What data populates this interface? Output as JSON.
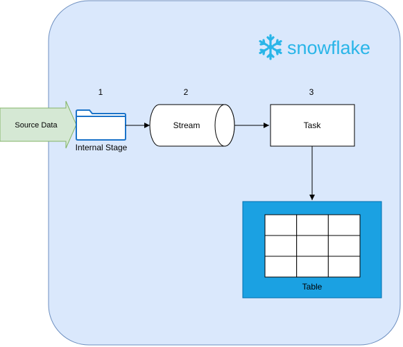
{
  "diagram": {
    "brand": {
      "name": "snowflake",
      "icon": "snowflake-icon"
    },
    "source": {
      "label": "Source Data"
    },
    "steps": [
      {
        "number": "1",
        "label": "Internal Stage",
        "icon": "folder-icon"
      },
      {
        "number": "2",
        "label": "Stream"
      },
      {
        "number": "3",
        "label": "Task"
      }
    ],
    "table": {
      "label": "Table",
      "rows": 3,
      "cols": 3
    }
  },
  "colors": {
    "region_fill": "#dae8fc",
    "region_stroke": "#6c8ebf",
    "brand": "#29b5e8",
    "source_fill": "#d5e8d4",
    "source_stroke": "#82b366",
    "folder": "#1a73c9",
    "table_fill": "#1ba1e2",
    "table_stroke": "#006eaf"
  }
}
